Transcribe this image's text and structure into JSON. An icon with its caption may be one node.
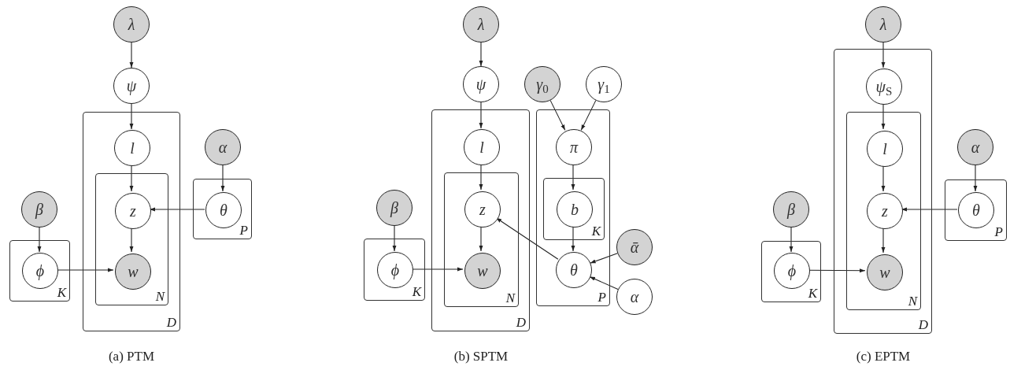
{
  "diagram": {
    "nodes": [
      {
        "text": [
          "λ"
        ]
      },
      {
        "text": [
          "ψ"
        ]
      },
      {
        "text": [
          "D"
        ]
      },
      {
        "text": [
          "l"
        ],
        "in": 2
      },
      {
        "text": [
          "N"
        ],
        "in": 2
      },
      {
        "text": [
          "z"
        ],
        "in": 4
      },
      {
        "text": [
          "w"
        ],
        "in": 4
      },
      {
        "text": [
          "α"
        ]
      },
      {
        "text": [
          "P"
        ]
      },
      {
        "text": [
          "θ"
        ],
        "in": 8
      },
      {
        "text": [
          "β"
        ]
      },
      {
        "text": [
          "K"
        ]
      },
      {
        "text": [
          "ϕ"
        ],
        "in": 11
      },
      {
        "text": [
          "λ"
        ]
      },
      {
        "text": [
          "ψ"
        ]
      },
      {
        "text": [
          "γ$_{0}$"
        ]
      },
      {
        "text": [
          "γ$_{1}$"
        ]
      },
      {
        "text": [
          "D"
        ]
      },
      {
        "text": [
          "l"
        ],
        "in": 17
      },
      {
        "text": [
          "N"
        ],
        "in": 17
      },
      {
        "text": [
          "z"
        ],
        "in": 19
      },
      {
        "text": [
          "w"
        ],
        "in": 19
      },
      {
        "text": [
          "P"
        ]
      },
      {
        "text": [
          "π"
        ],
        "in": 22
      },
      {
        "text": [
          "K"
        ],
        "in": 22
      },
      {
        "text": [
          "b"
        ],
        "in": 24
      },
      {
        "text": [
          "θ"
        ],
        "in": 22
      },
      {
        "text": [
          "ᾱ"
        ]
      },
      {
        "text": [
          "α"
        ]
      },
      {
        "text": [
          "β"
        ]
      },
      {
        "text": [
          "K"
        ]
      },
      {
        "text": [
          "ϕ"
        ],
        "in": 30
      },
      {
        "text": [
          "λ"
        ]
      },
      {
        "text": [
          "D"
        ]
      },
      {
        "text": [
          "ψ$_{S}$"
        ],
        "in": 33
      },
      {
        "text": [
          "N"
        ],
        "in": 33
      },
      {
        "text": [
          "l"
        ],
        "in": 35
      },
      {
        "text": [
          "z"
        ],
        "in": 35
      },
      {
        "text": [
          "w"
        ],
        "in": 35
      },
      {
        "text": [
          "α"
        ]
      },
      {
        "text": [
          "P"
        ]
      },
      {
        "text": [
          "θ"
        ],
        "in": 40
      },
      {
        "text": [
          "β"
        ]
      },
      {
        "text": [
          "K"
        ]
      },
      {
        "text": [
          "ϕ"
        ],
        "in": 43
      }
    ],
    "edges": [
      {
        "from": 0,
        "to": 1,
        "arrow": "to"
      },
      {
        "from": 1,
        "to": 3,
        "arrow": "to"
      },
      {
        "from": 3,
        "to": 5,
        "arrow": "to"
      },
      {
        "from": 5,
        "to": 6,
        "arrow": "to"
      },
      {
        "from": 7,
        "to": 9,
        "arrow": "to"
      },
      {
        "from": 9,
        "to": 5,
        "arrow": "to"
      },
      {
        "from": 10,
        "to": 12,
        "arrow": "to"
      },
      {
        "from": 12,
        "to": 6,
        "arrow": "to"
      },
      {
        "from": 13,
        "to": 14,
        "arrow": "to"
      },
      {
        "from": 14,
        "to": 18,
        "arrow": "to"
      },
      {
        "from": 18,
        "to": 20,
        "arrow": "to"
      },
      {
        "from": 20,
        "to": 21,
        "arrow": "to"
      },
      {
        "from": 15,
        "to": 23,
        "arrow": "to"
      },
      {
        "from": 16,
        "to": 23,
        "arrow": "to"
      },
      {
        "from": 23,
        "to": 25,
        "arrow": "to"
      },
      {
        "from": 25,
        "to": 26,
        "arrow": "to"
      },
      {
        "from": 27,
        "to": 26,
        "arrow": "to"
      },
      {
        "from": 28,
        "to": 26,
        "arrow": "to"
      },
      {
        "from": 26,
        "to": 20,
        "arrow": "to"
      },
      {
        "from": 29,
        "to": 31,
        "arrow": "to"
      },
      {
        "from": 31,
        "to": 21,
        "arrow": "to"
      },
      {
        "from": 32,
        "to": 34,
        "arrow": "to"
      },
      {
        "from": 34,
        "to": 36,
        "arrow": "to"
      },
      {
        "from": 36,
        "to": 37,
        "arrow": "to"
      },
      {
        "from": 37,
        "to": 38,
        "arrow": "to"
      },
      {
        "from": 39,
        "to": 41,
        "arrow": "to"
      },
      {
        "from": 41,
        "to": 37,
        "arrow": "to"
      },
      {
        "from": 42,
        "to": 44,
        "arrow": "to"
      },
      {
        "from": 44,
        "to": 38,
        "arrow": "to"
      }
    ],
    "labels": [
      "(a) PTM",
      "(b) SPTM",
      "(c) EPTM"
    ]
  }
}
